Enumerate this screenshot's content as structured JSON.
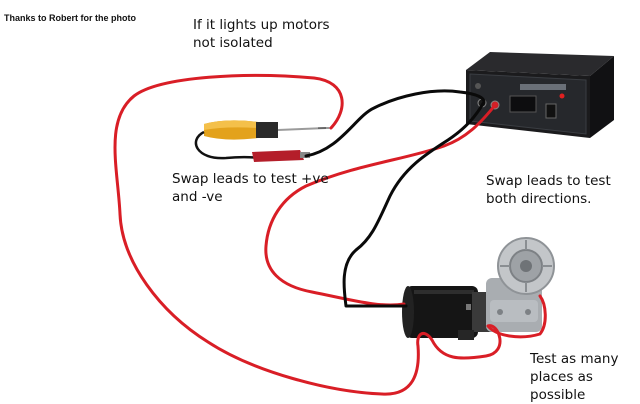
{
  "credit": "Thanks to Robert for the photo",
  "notes": {
    "lights_up": "If it lights up motors not isolated",
    "swap_ve": "Swap leads to test +ve and -ve",
    "swap_directions": "Swap leads to test both directions.",
    "test_places": "Test as many places as possible"
  },
  "colors": {
    "red_wire": "#d91e26",
    "black_wire": "#0a0a0a",
    "psu_body": "#1b1b1d",
    "psu_panel": "#2a2c30",
    "motor_body": "#151515",
    "gearbox": "#b8bcc0"
  },
  "icons": [
    "test-lamp-icon",
    "power-supply-icon",
    "motor-icon",
    "gearbox-icon"
  ]
}
